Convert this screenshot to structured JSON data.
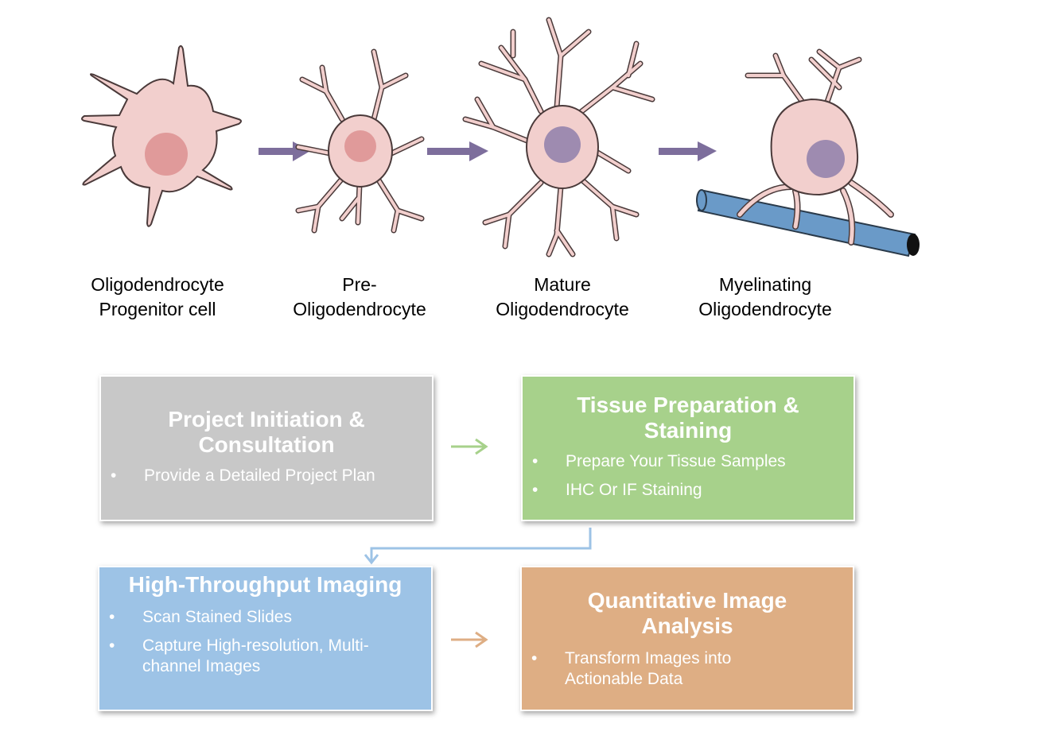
{
  "stages": [
    {
      "line1": "Oligodendrocyte",
      "line2": "Progenitor cell"
    },
    {
      "line1": "Pre-",
      "line2": "Oligodendrocyte"
    },
    {
      "line1": "Mature",
      "line2": "Oligodendrocyte"
    },
    {
      "line1": "Myelinating",
      "line2": "Oligodendrocyte"
    }
  ],
  "steps": [
    {
      "title": "Project Initiation & Consultation",
      "bullets": [
        "Provide a Detailed Project Plan"
      ],
      "color": "#c8c8c8"
    },
    {
      "title": "Tissue Preparation & Staining",
      "bullets": [
        "Prepare Your Tissue Samples",
        "IHC Or IF Staining"
      ],
      "color": "#a7d18b"
    },
    {
      "title": "High-Throughput Imaging",
      "bullets": [
        "Scan Stained Slides",
        "Capture High-resolution, Multi-channel Images"
      ],
      "color": "#9dc3e6"
    },
    {
      "title": "Quantitative Image Analysis",
      "bullets": [
        "Transform Images into Actionable Data"
      ],
      "color": "#deae84"
    }
  ],
  "colors": {
    "cell_body": "#f2cfcd",
    "cell_outline": "#4a3a3a",
    "nucleus_early": "#e09a9a",
    "nucleus_late": "#9e8bb0",
    "stage_arrow": "#7d6e9c",
    "axon": "#6a9ac8"
  }
}
